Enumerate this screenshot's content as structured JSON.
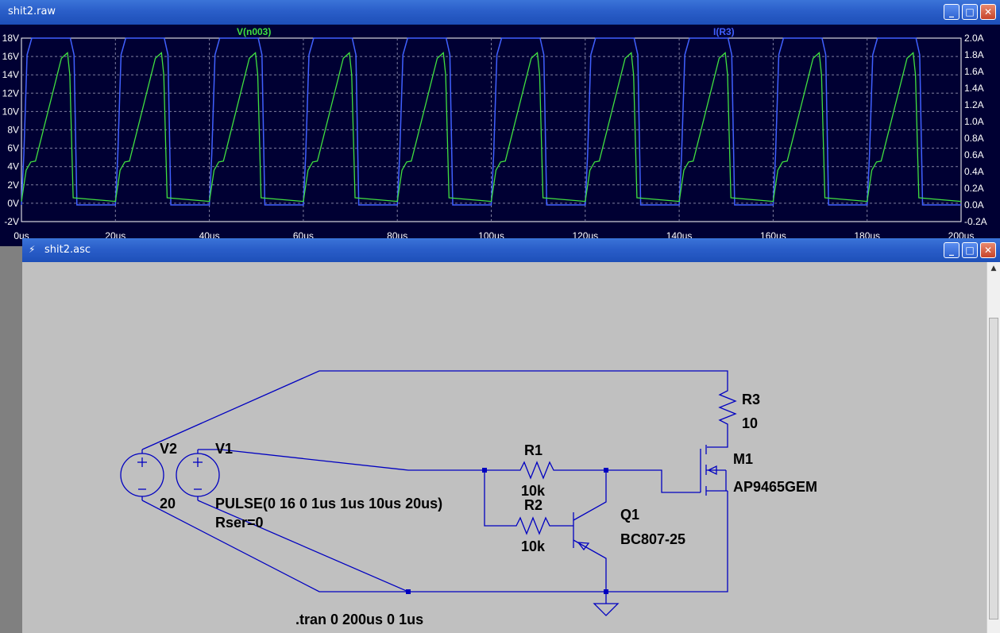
{
  "raw_window": {
    "title": "shit2.raw",
    "trace_green_label": "V(n003)",
    "trace_blue_label": "I(R3)",
    "colors": {
      "background": "#000033",
      "trace_green": "#40e040",
      "trace_blue": "#4060ff",
      "grid": "#8080a0"
    },
    "left_ticks": [
      "18V",
      "16V",
      "14V",
      "12V",
      "10V",
      "8V",
      "6V",
      "4V",
      "2V",
      "0V",
      "-2V"
    ],
    "right_ticks": [
      "2.0A",
      "1.8A",
      "1.6A",
      "1.4A",
      "1.2A",
      "1.0A",
      "0.8A",
      "0.6A",
      "0.4A",
      "0.2A",
      "0.0A",
      "-0.2A"
    ],
    "x_ticks": [
      "0us",
      "20us",
      "40us",
      "60us",
      "80us",
      "100us",
      "120us",
      "140us",
      "160us",
      "180us",
      "200us"
    ]
  },
  "chart_data": {
    "type": "line",
    "x_range_us": [
      0,
      200
    ],
    "period_us": 20,
    "series": [
      {
        "name": "V(n003)",
        "axis": "left",
        "unit": "V",
        "one_period": {
          "t_us": [
            0,
            1,
            2,
            3,
            8.5,
            9.8,
            10.3,
            11,
            20
          ],
          "v": [
            0.2,
            3.6,
            4.5,
            4.6,
            15.8,
            16.4,
            14.0,
            0.6,
            0.2
          ]
        }
      },
      {
        "name": "I(R3)",
        "axis": "right",
        "unit": "A",
        "one_period": {
          "t_us": [
            0,
            0.5,
            1.2,
            2.2,
            10.4,
            11.2,
            11.8,
            20
          ],
          "i": [
            0.0,
            0.6,
            1.8,
            2.0,
            2.0,
            1.8,
            0.0,
            0.0
          ]
        }
      }
    ]
  },
  "asc_window": {
    "title": "shit2.asc",
    "components": {
      "v2": {
        "name": "V2",
        "value": "20"
      },
      "v1": {
        "name": "V1",
        "value": "PULSE(0 16 0 1us 1us 10us 20us)",
        "rser": "Rser=0"
      },
      "r1": {
        "name": "R1",
        "value": "10k"
      },
      "r2": {
        "name": "R2",
        "value": "10k"
      },
      "r3": {
        "name": "R3",
        "value": "10"
      },
      "q1": {
        "name": "Q1",
        "value": "BC807-25"
      },
      "m1": {
        "name": "M1",
        "value": "AP9465GEM"
      }
    },
    "directive": ".tran 0 200us 0 1us",
    "colors": {
      "wire": "#0000c0",
      "background": "#c0c0c0"
    }
  },
  "window_buttons": {
    "minimize": "_",
    "maximize": "□",
    "close": "✕"
  }
}
